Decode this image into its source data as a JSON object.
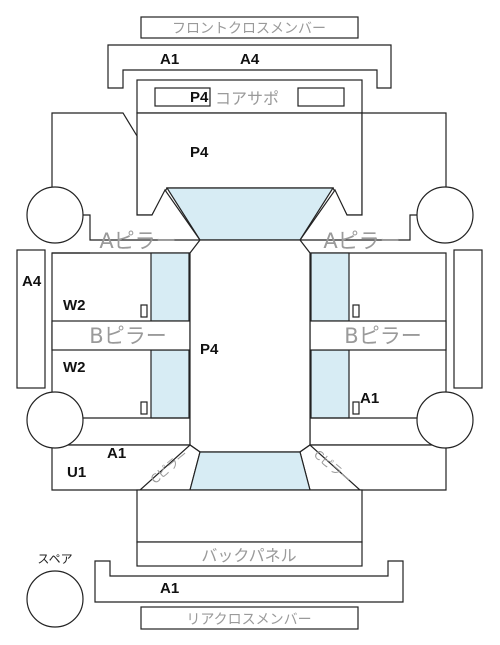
{
  "colors": {
    "stroke": "#222222",
    "glass": "#d7ecf4",
    "part_label": "#9a9a9a",
    "grade_text": "#111111"
  },
  "parts": {
    "front_cross_member": "フロントクロスメンバー",
    "core_support": "コアサポ",
    "a_pillar_left": "Aピラー",
    "a_pillar_right": "Aピラー",
    "b_pillar_left": "Bピラー",
    "b_pillar_right": "Bピラー",
    "c_pillar_left": "Cピラー",
    "c_pillar_right": "Cピラー",
    "back_panel": "バックパネル",
    "rear_cross_member": "リアクロスメンバー",
    "spare": "スペア"
  },
  "grades": {
    "front_cross_left": "A1",
    "front_cross_right": "A4",
    "core_support": "P4",
    "hood": "P4",
    "roof": "P4",
    "left_rocker": "A4",
    "front_door_left": "W2",
    "rear_door_left": "W2",
    "rear_quarter_left": "A1",
    "rear_quarter_right": "A1",
    "trunk_corner_left": "U1",
    "rear_cross": "A1"
  }
}
